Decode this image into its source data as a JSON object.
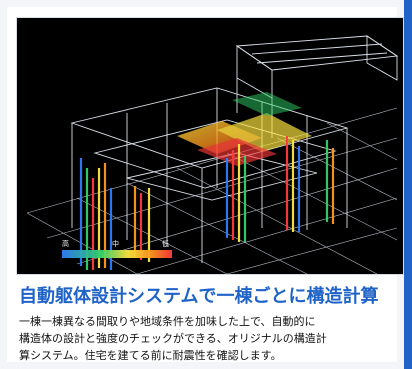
{
  "panel": {
    "image_icon": "3d-building-structural-analysis-diagram",
    "legend_values": [
      "高",
      "中",
      "低"
    ],
    "colors": {
      "background": "#000000",
      "structure": "#d7dde8",
      "heat_red": "#ff3b3b",
      "heat_orange": "#ff9a1f",
      "heat_yellow": "#ffe640",
      "heat_green": "#32d36a",
      "heat_blue": "#2f7dff"
    }
  },
  "caption": {
    "title": "自動躯体設計システムで一棟ごとに構造計算",
    "lines": [
      "一棟一棟異なる間取りや地域条件を加味した上で、自動的に",
      "構造体の設計と強度のチェックができる、オリジナルの構造計",
      "算システム。住宅を建てる前に耐震性を確認します。"
    ]
  },
  "theme": {
    "accent": "#1f63c8"
  }
}
